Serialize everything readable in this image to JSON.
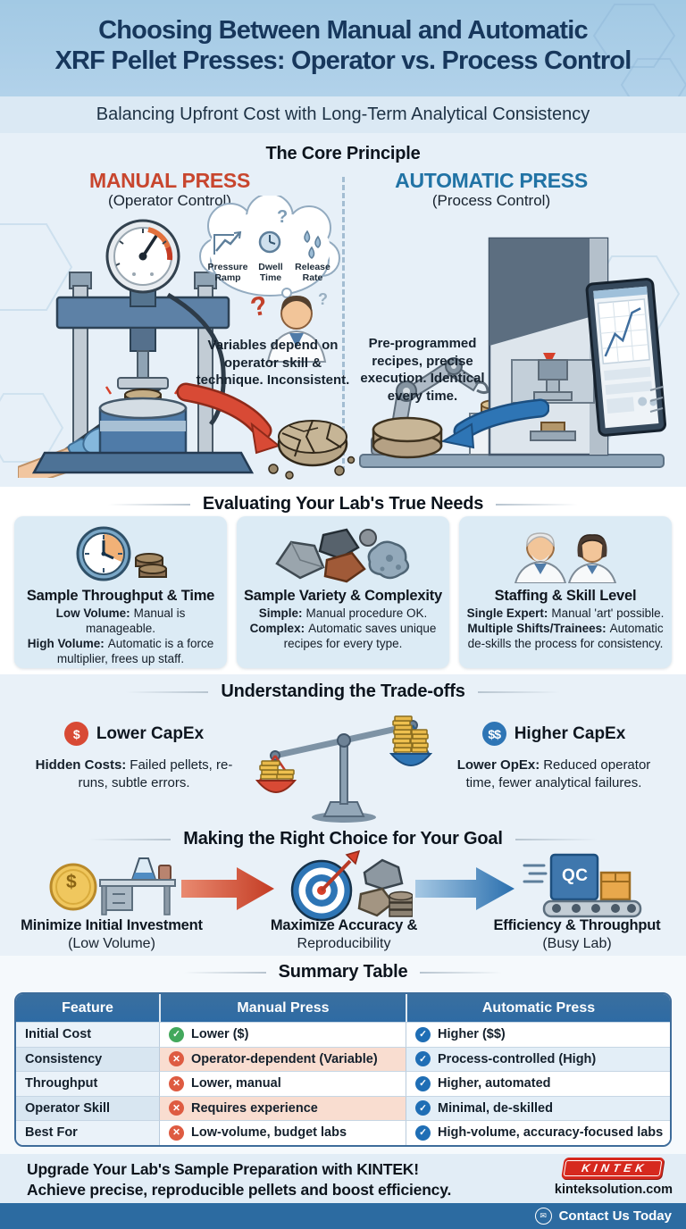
{
  "colors": {
    "header_bg": "#a9cde7",
    "title_navy": "#17375c",
    "accent_red": "#c8462e",
    "accent_blue": "#2173a5",
    "card_bg": "#dcebf5",
    "table_header_blue": "#2e6ba4",
    "green_check": "#43a85c",
    "blue_check": "#1f6eb5",
    "red_x": "#de5b41",
    "bottom_bar_blue": "#2c6ba1",
    "logo_red": "#d6291e"
  },
  "header": {
    "title_line1": "Choosing Between Manual and Automatic",
    "title_line2": "XRF Pellet Presses: Operator vs. Process Control",
    "subtitle": "Balancing Upfront Cost with Long-Term Analytical Consistency"
  },
  "core": {
    "heading": "The Core Principle",
    "manual": {
      "title": "MANUAL PRESS",
      "subtitle": "(Operator Control)",
      "description": "Variables depend on operator skill & technique. Inconsistent.",
      "question_mark": "?",
      "thought_labels": [
        "Pressure Ramp",
        "Dwell Time",
        "Release Rate"
      ]
    },
    "automatic": {
      "title": "AUTOMATIC PRESS",
      "subtitle": "(Process Control)",
      "description": "Pre-programmed recipes, precise execution. Identical every time."
    }
  },
  "needs": {
    "heading": "Evaluating Your Lab's True Needs",
    "cards": [
      {
        "title": "Sample Throughput & Time",
        "point1_lead": "Low Volume:",
        "point1_text": "Manual is manageable.",
        "point2_lead": "High Volume:",
        "point2_text": "Automatic is a force multiplier, frees up staff."
      },
      {
        "title": "Sample Variety & Complexity",
        "point1_lead": "Simple:",
        "point1_text": "Manual procedure OK.",
        "point2_lead": "Complex:",
        "point2_text": "Automatic saves unique recipes for every type."
      },
      {
        "title": "Staffing & Skill Level",
        "point1_lead": "Single Expert:",
        "point1_text": "Manual 'art' possible.",
        "point2_lead": "Multiple Shifts/Trainees:",
        "point2_text": "Automatic de-skills the process for consistency."
      }
    ]
  },
  "tradeoffs": {
    "heading": "Understanding the Trade-offs",
    "left": {
      "badge": "$",
      "title": "Lower CapEx",
      "lead": "Hidden Costs:",
      "text": "Failed pellets, re-runs, subtle errors."
    },
    "right": {
      "badge": "$$",
      "title": "Higher CapEx",
      "lead": "Lower OpEx:",
      "text": "Reduced operator time, fewer analytical failures."
    }
  },
  "choices": {
    "heading": "Making the Right Choice for Your Goal",
    "coin_symbol": "$",
    "qc_label": "QC",
    "items": [
      {
        "line1": "Minimize Initial Investment",
        "line2": "(Low Volume)"
      },
      {
        "line1": "Maximize Accuracy &",
        "line2": "Reproducibility"
      },
      {
        "line1": "Efficiency & Throughput",
        "line2": "(Busy Lab)"
      }
    ]
  },
  "summary": {
    "heading": "Summary Table",
    "columns": [
      "Feature",
      "Manual Press",
      "Automatic Press"
    ],
    "rows": [
      {
        "feature": "Initial Cost",
        "manual": "Lower ($)",
        "manual_icon": "check-green",
        "automatic": "Higher ($$)",
        "automatic_icon": "check-blue"
      },
      {
        "feature": "Consistency",
        "manual": "Operator-dependent (Variable)",
        "manual_icon": "x-red",
        "automatic": "Process-controlled (High)",
        "automatic_icon": "check-blue"
      },
      {
        "feature": "Throughput",
        "manual": "Lower, manual",
        "manual_icon": "x-red",
        "automatic": "Higher, automated",
        "automatic_icon": "check-blue"
      },
      {
        "feature": "Operator Skill",
        "manual": "Requires experience",
        "manual_icon": "x-red",
        "automatic": "Minimal, de-skilled",
        "automatic_icon": "check-blue"
      },
      {
        "feature": "Best For",
        "manual": "Low-volume, budget labs",
        "manual_icon": "x-red",
        "automatic": "High-volume, accuracy-focused labs",
        "automatic_icon": "check-blue"
      }
    ]
  },
  "footer": {
    "line1": "Upgrade Your Lab's Sample Preparation with KINTEK!",
    "line2": "Achieve precise, reproducible pellets and boost efficiency.",
    "logo": "KINTEK",
    "website": "kinteksolution.com",
    "contact": "Contact Us Today"
  }
}
